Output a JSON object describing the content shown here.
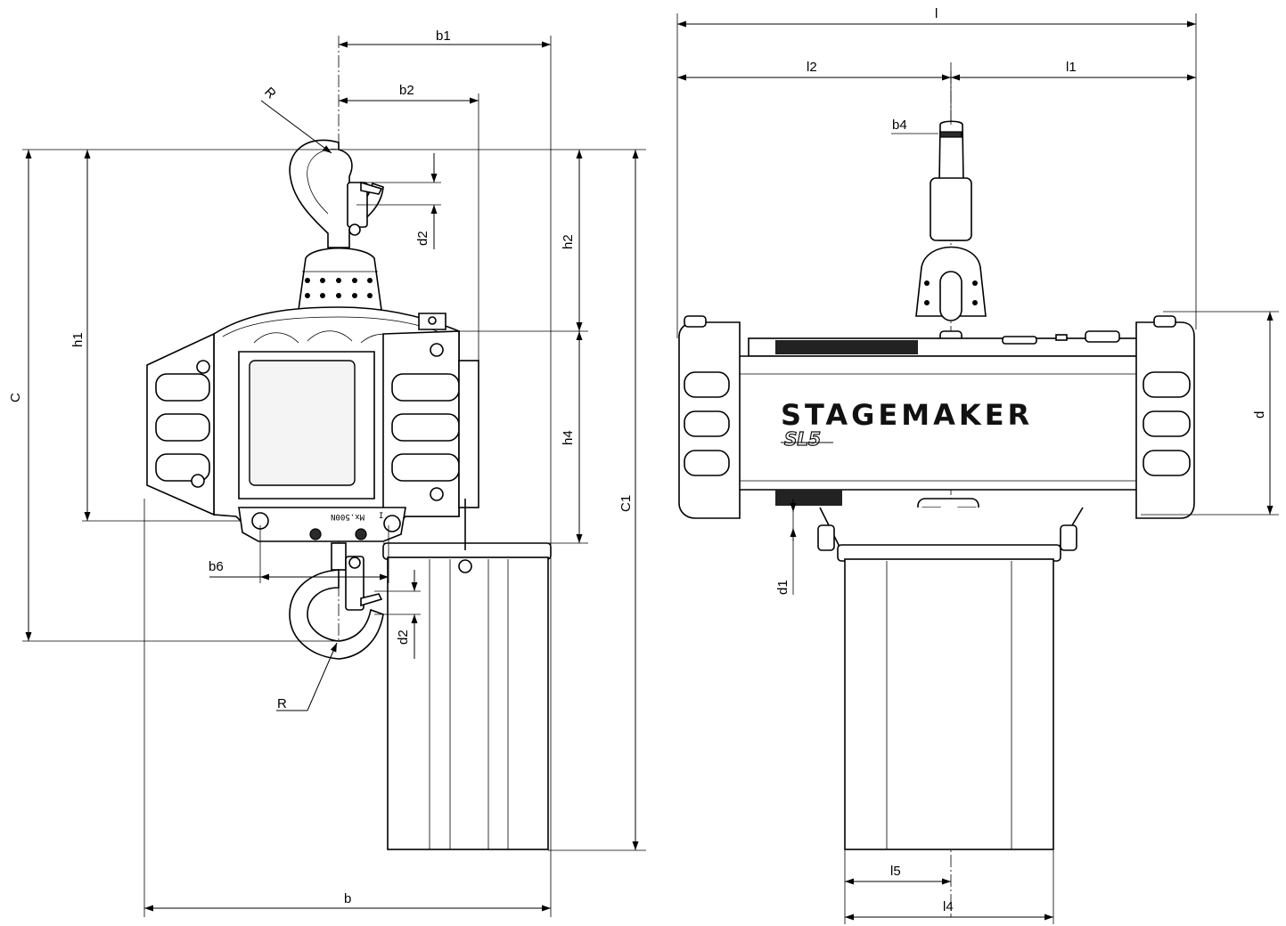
{
  "dimension_labels": {
    "l": "l",
    "l1": "l1",
    "l2": "l2",
    "l4": "l4",
    "l5": "l5",
    "b": "b",
    "b1": "b1",
    "b2": "b2",
    "b4": "b4",
    "b6": "b6",
    "h1": "h1",
    "h2": "h2",
    "h4": "h4",
    "c": "C",
    "c1": "C1",
    "d": "d",
    "d1": "d1",
    "d2_top": "d2",
    "d2_bottom": "d2",
    "r_top": "R",
    "r_bottom": "R"
  },
  "product": {
    "brand": "STAGEMAKER",
    "model": "SL5",
    "plate_text": "Mx.500N",
    "plate_mark": "I"
  }
}
